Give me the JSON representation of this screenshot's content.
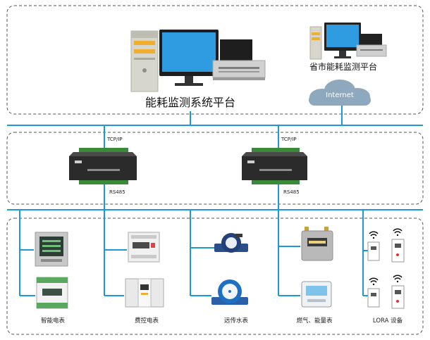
{
  "platform": {
    "main_label": "能耗监测系统平台",
    "province_label": "省市能耗监测平台",
    "cloud_label": "Internet"
  },
  "network": {
    "tcp_label_1": "TCP/IP",
    "tcp_label_2": "TCP/IP",
    "rs485_label_1": "RS485",
    "rs485_label_2": "RS485"
  },
  "devices": [
    {
      "label": "智能电表",
      "icon": "smart-meter-icon"
    },
    {
      "label": "费控电表",
      "icon": "prepaid-meter-icon"
    },
    {
      "label": "远传水表",
      "icon": "water-meter-icon"
    },
    {
      "label": "燃气、能量表",
      "icon": "gas-meter-icon"
    },
    {
      "label": "LORA 设备",
      "icon": "lora-device-icon"
    }
  ],
  "colors": {
    "bus_line": "#1d9ad6",
    "screen": "#2f9be0",
    "cloud": "#8ea9bd",
    "terminal": "#3a8a3a"
  }
}
